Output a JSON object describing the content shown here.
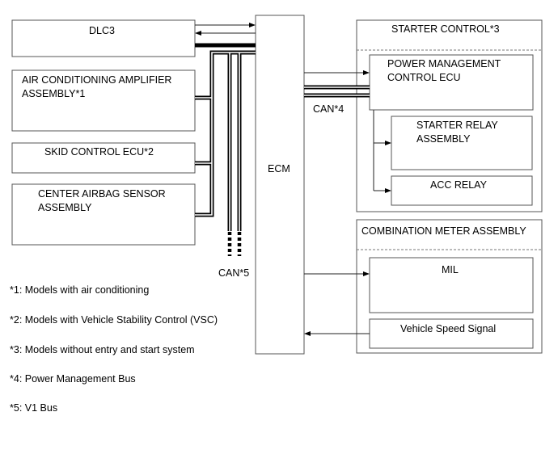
{
  "boxes": {
    "dlc3": "DLC3",
    "ac_amp_line1": "AIR CONDITIONING AMPLIFIER",
    "ac_amp_line2": "ASSEMBLY*1",
    "skid": "SKID CONTROL ECU*2",
    "airbag_line1": "CENTER AIRBAG SENSOR",
    "airbag_line2": "ASSEMBLY",
    "ecm": "ECM",
    "starter_control": "STARTER CONTROL*3",
    "pm_ecu_line1": "POWER MANAGEMENT",
    "pm_ecu_line2": "CONTROL ECU",
    "starter_relay_line1": "STARTER RELAY",
    "starter_relay_line2": "ASSEMBLY",
    "acc_relay": "ACC RELAY",
    "combination_meter": "COMBINATION METER ASSEMBLY",
    "mil": "MIL",
    "vehicle_speed": "Vehicle Speed Signal"
  },
  "bus_labels": {
    "can4": "CAN*4",
    "can5": "CAN*5"
  },
  "notes": [
    "*1: Models with air conditioning",
    "*2: Models with Vehicle Stability Control (VSC)",
    "*3: Models without entry and start system",
    "*4: Power Management Bus",
    "*5: V1 Bus"
  ]
}
